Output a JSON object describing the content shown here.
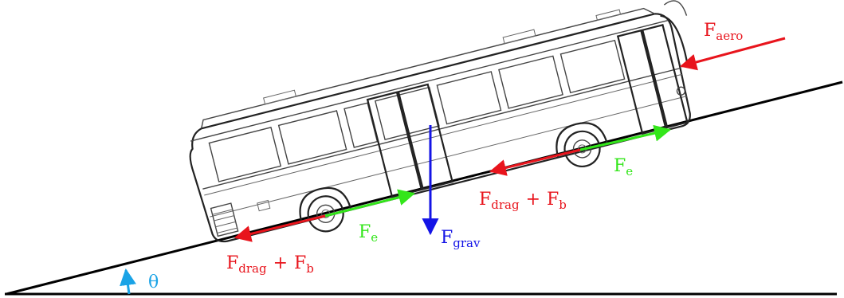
{
  "colors": {
    "aero": "#e8141c",
    "drag": "#e8141c",
    "engine": "#33e61a",
    "gravity": "#1414e6",
    "angle": "#1aa3e6",
    "ground": "#000000",
    "bus_outline": "#444444"
  },
  "labels": {
    "f_aero": {
      "base": "F",
      "sub": "aero"
    },
    "f_drag_b_upper": {
      "base": "F",
      "sub": "drag",
      "plus": "+",
      "base2": "F",
      "sub2": "b"
    },
    "f_drag_b_lower": {
      "base": "F",
      "sub": "drag",
      "plus": "+",
      "base2": "F",
      "sub2": "b"
    },
    "f_e_upper": {
      "base": "F",
      "sub": "e"
    },
    "f_e_lower": {
      "base": "F",
      "sub": "e"
    },
    "f_grav": {
      "base": "F",
      "sub": "grav"
    },
    "theta": "θ"
  }
}
